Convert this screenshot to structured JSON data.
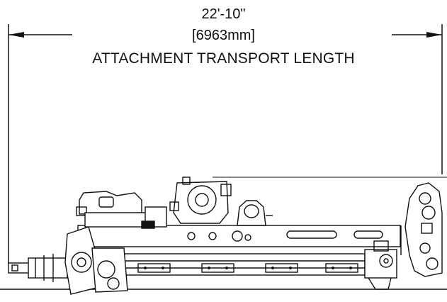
{
  "dimension": {
    "imperial": "22'-10\"",
    "metric": "[6963mm]",
    "label": "ATTACHMENT TRANSPORT LENGTH"
  },
  "colors": {
    "line": "#111111",
    "background": "#ffffff"
  }
}
